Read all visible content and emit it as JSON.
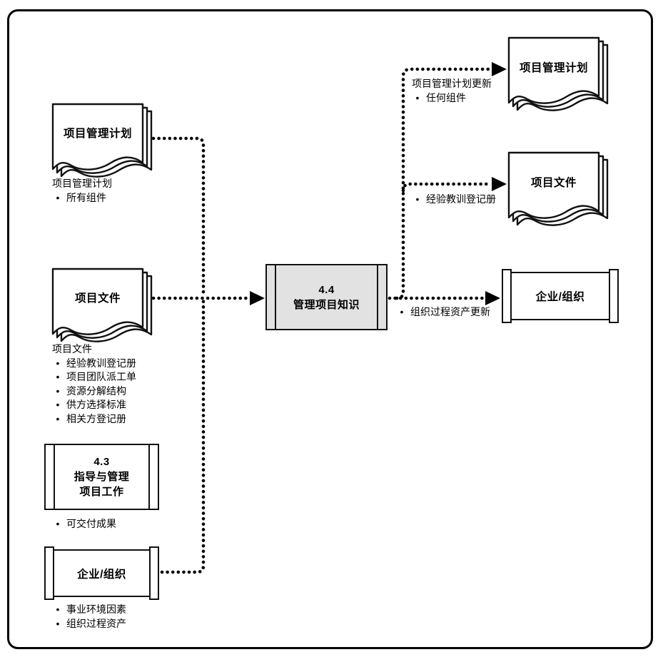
{
  "ui": {
    "bullet_char": "•",
    "line_color": "#000000",
    "process_fill": "#e2e2e2",
    "background": "#ffffff"
  },
  "diagram": {
    "inputs": {
      "doc_pm_plan": {
        "title": "项目管理计划",
        "caption": "项目管理计划",
        "bullets": [
          "所有组件"
        ]
      },
      "doc_proj_docs": {
        "title": "项目文件",
        "caption": "项目文件",
        "bullets": [
          "经验教训登记册",
          "项目团队派工单",
          "资源分解结构",
          "供方选择标准",
          "相关方登记册"
        ]
      },
      "process_43": {
        "code": "4.3",
        "name_line1": "指导与管理",
        "name_line2": "项目工作",
        "bullets": [
          "可交付成果"
        ]
      },
      "eeo": {
        "title": "企业/组织",
        "bullets": [
          "事业环境因素",
          "组织过程资产"
        ]
      }
    },
    "process": {
      "code": "4.4",
      "name": "管理项目知识"
    },
    "outputs": {
      "doc_pm_plan": {
        "title": "项目管理计划",
        "caption": "项目管理计划更新",
        "bullets": [
          "任何组件"
        ]
      },
      "doc_proj_docs": {
        "title": "项目文件",
        "bullets": [
          "经验教训登记册"
        ]
      },
      "eeo": {
        "title": "企业/组织",
        "bullets": [
          "组织过程资产更新"
        ]
      }
    }
  }
}
